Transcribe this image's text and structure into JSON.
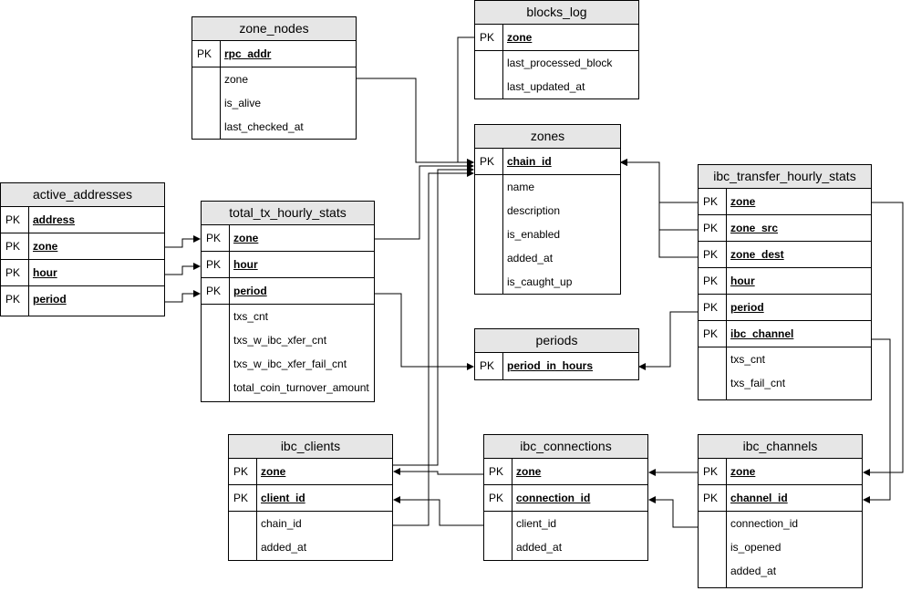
{
  "tables": {
    "zone_nodes": {
      "title": "zone_nodes",
      "pk": [
        {
          "key": "PK",
          "name": "rpc_addr"
        }
      ],
      "cols": [
        "zone",
        "is_alive",
        "last_checked_at"
      ]
    },
    "blocks_log": {
      "title": "blocks_log",
      "pk": [
        {
          "key": "PK",
          "name": "zone"
        }
      ],
      "cols": [
        "last_processed_block",
        "last_updated_at"
      ]
    },
    "zones": {
      "title": "zones",
      "pk": [
        {
          "key": "PK",
          "name": "chain_id"
        }
      ],
      "cols": [
        "name",
        "description",
        "is_enabled",
        "added_at",
        "is_caught_up"
      ]
    },
    "ibc_transfer_hourly_stats": {
      "title": "ibc_transfer_hourly_stats",
      "pk": [
        {
          "key": "PK",
          "name": "zone"
        },
        {
          "key": "PK",
          "name": "zone_src"
        },
        {
          "key": "PK",
          "name": "zone_dest"
        },
        {
          "key": "PK",
          "name": "hour"
        },
        {
          "key": "PK",
          "name": "period"
        },
        {
          "key": "PK",
          "name": "ibc_channel"
        }
      ],
      "cols": [
        "txs_cnt",
        "txs_fail_cnt"
      ]
    },
    "active_addresses": {
      "title": "active_addresses",
      "pk": [
        {
          "key": "PK",
          "name": "address"
        },
        {
          "key": "PK",
          "name": "zone"
        },
        {
          "key": "PK",
          "name": "hour"
        },
        {
          "key": "PK",
          "name": "period"
        }
      ],
      "cols": []
    },
    "total_tx_hourly_stats": {
      "title": "total_tx_hourly_stats",
      "pk": [
        {
          "key": "PK",
          "name": "zone"
        },
        {
          "key": "PK",
          "name": "hour"
        },
        {
          "key": "PK",
          "name": "period"
        }
      ],
      "cols": [
        "txs_cnt",
        "txs_w_ibc_xfer_cnt",
        "txs_w_ibc_xfer_fail_cnt",
        "total_coin_turnover_amount"
      ]
    },
    "periods": {
      "title": "periods",
      "pk": [
        {
          "key": "PK",
          "name": "period_in_hours"
        }
      ],
      "cols": []
    },
    "ibc_clients": {
      "title": "ibc_clients",
      "pk": [
        {
          "key": "PK",
          "name": "zone"
        },
        {
          "key": "PK",
          "name": "client_id"
        }
      ],
      "cols": [
        "chain_id",
        "added_at"
      ]
    },
    "ibc_connections": {
      "title": "ibc_connections",
      "pk": [
        {
          "key": "PK",
          "name": "zone"
        },
        {
          "key": "PK",
          "name": "connection_id"
        }
      ],
      "cols": [
        "client_id",
        "added_at"
      ]
    },
    "ibc_channels": {
      "title": "ibc_channels",
      "pk": [
        {
          "key": "PK",
          "name": "zone"
        },
        {
          "key": "PK",
          "name": "channel_id"
        }
      ],
      "cols": [
        "connection_id",
        "is_opened",
        "added_at"
      ]
    }
  }
}
